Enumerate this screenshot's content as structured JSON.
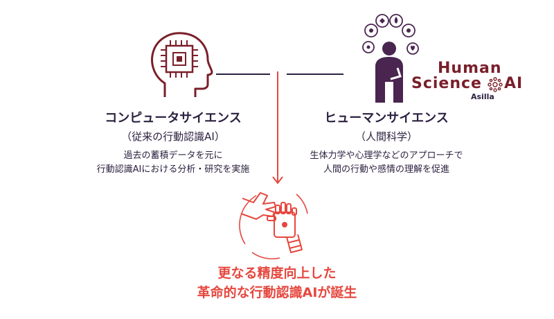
{
  "left": {
    "title": "コンピュータサイエンス",
    "subtitle": "（従来の行動認識AI）",
    "desc_line1": "過去の蓄積データを元に",
    "desc_line2": "行動認識AIにおける分析・研究を実施"
  },
  "right": {
    "title": "ヒューマンサイエンス",
    "subtitle": "（人間科学）",
    "desc_line1": "生体力学や心理学などのアプローチで",
    "desc_line2": "人間の行動や感情の理解を促進"
  },
  "logo": {
    "word1": "Human",
    "word2": "Science",
    "word3": "AI",
    "brand": "Asilla"
  },
  "result": {
    "line1": "更なる精度向上した",
    "line2": "革命的な行動認識AIが誕生"
  },
  "colors": {
    "dark": "#2c2140",
    "maroon": "#7a1f2a",
    "accent": "#e5473e",
    "purple": "#4a2550"
  }
}
